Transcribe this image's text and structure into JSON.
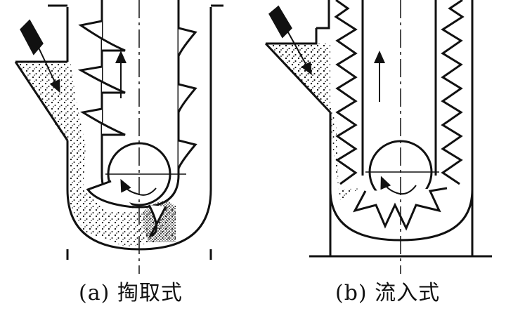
{
  "figure": {
    "panels": [
      {
        "id": "a",
        "label": "(a)",
        "title": "掏取式"
      },
      {
        "id": "b",
        "label": "(b)",
        "title": "流入式"
      }
    ],
    "colors": {
      "line": "#111111",
      "background": "#ffffff"
    }
  }
}
